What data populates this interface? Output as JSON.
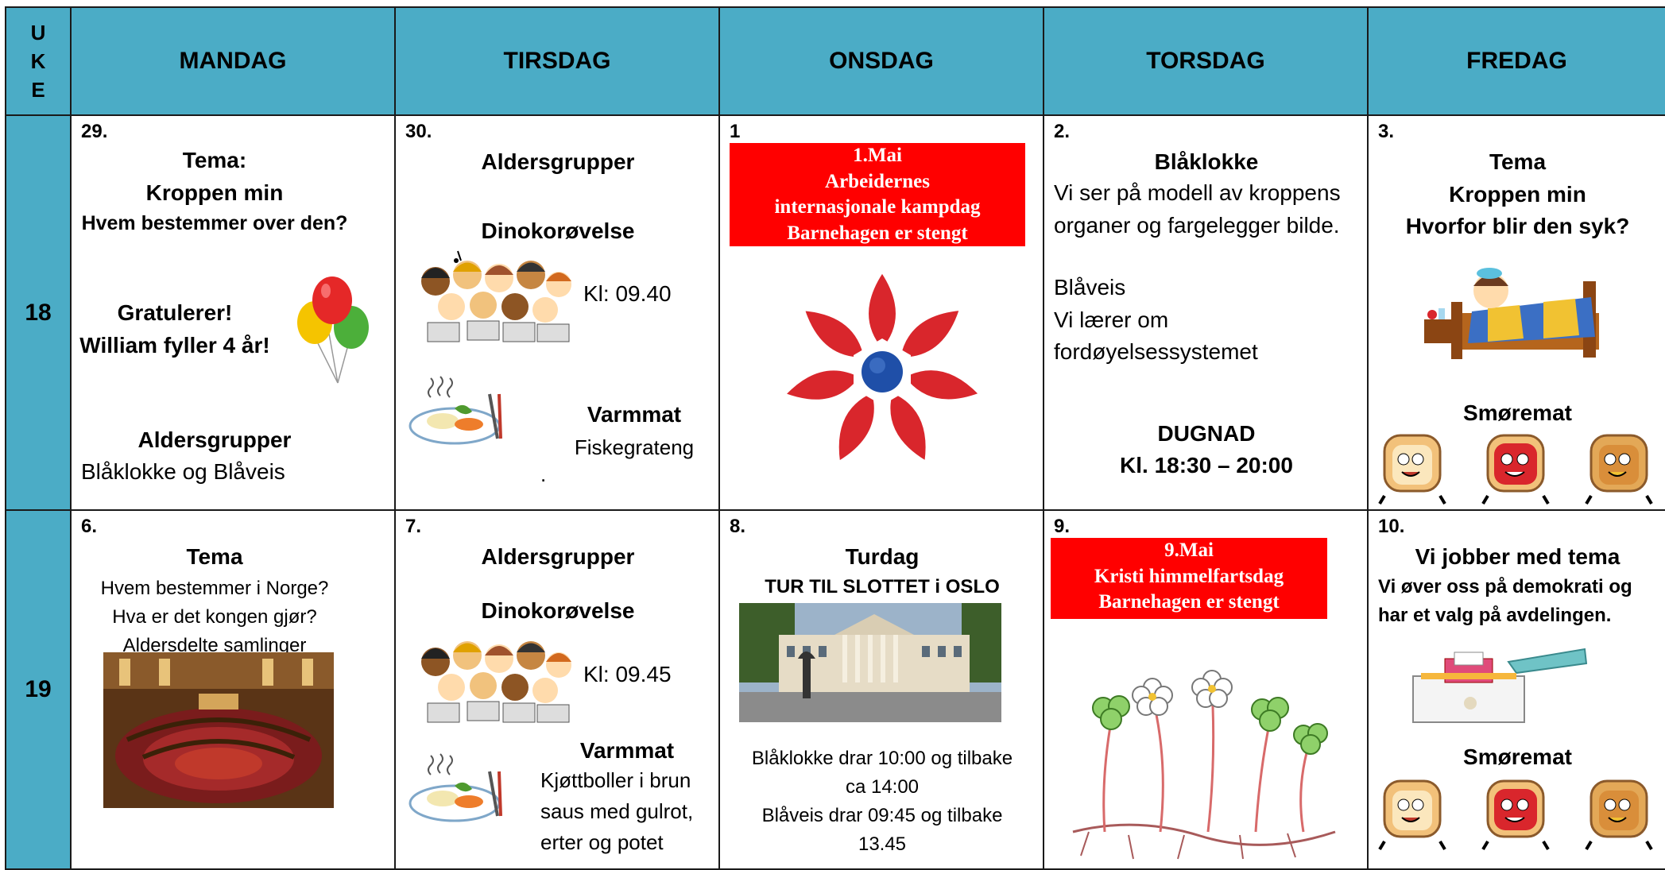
{
  "header": {
    "uke_letters": [
      "U",
      "K",
      "E"
    ],
    "days": [
      "MANDAG",
      "TIRSDAG",
      "ONSDAG",
      "TORSDAG",
      "FREDAG"
    ]
  },
  "week18": {
    "number": "18",
    "mandag": {
      "date": "29.",
      "tema_label": "Tema:",
      "tema_title": "Kroppen min",
      "tema_question": "Hvem bestemmer over den?",
      "congrats_line1": "Gratulerer!",
      "congrats_line2": "William fyller 4 år!",
      "group_title": "Aldersgrupper",
      "group_text": "Blåklokke og Blåveis"
    },
    "tirsdag": {
      "date": "30.",
      "title": "Aldersgrupper",
      "subtitle": "Dinokorøvelse",
      "time": "Kl:  09.40",
      "meal_title": "Varmmat",
      "meal_text": "Fiskegrateng",
      "dot": "."
    },
    "onsdag": {
      "date": "1",
      "holiday_lines": [
        "1.Mai",
        "Arbeidernes",
        "internasjonale kampdag",
        "Barnehagen  er stengt"
      ]
    },
    "torsdag": {
      "date": "2.",
      "title": "Blåklokke",
      "text_lines": [
        "Vi ser på modell av kroppens",
        "organer og fargelegger bilde."
      ],
      "text2_lines": [
        "Blåveis",
        "Vi lærer om",
        "fordøyelsessystemet"
      ],
      "dugnad_title": "DUGNAD",
      "dugnad_time": "Kl. 18:30 – 20:00"
    },
    "fredag": {
      "date": "3.",
      "tema_label": "Tema",
      "tema_title": "Kroppen min",
      "tema_question": "Hvorfor blir den syk?",
      "meal_title": "Smøremat"
    }
  },
  "week19": {
    "number": "19",
    "mandag": {
      "date": "6.",
      "tema_label": "Tema",
      "lines": [
        "Hvem bestemmer i Norge?",
        "Hva er det kongen gjør?",
        "Aldersdelte samlinger"
      ]
    },
    "tirsdag": {
      "date": "7.",
      "title": "Aldersgrupper",
      "subtitle": "Dinokorøvelse",
      "time": "Kl:  09.45",
      "meal_title": "Varmmat",
      "meal_lines": [
        "Kjøttboller i brun",
        "saus med gulrot,",
        "erter og potet"
      ]
    },
    "onsdag": {
      "date": "8.",
      "title": "Turdag",
      "subtitle": "TUR TIL SLOTTET i OSLO",
      "lines": [
        "Blåklokke drar 10:00 og tilbake",
        "ca 14:00",
        "Blåveis drar 09:45 og tilbake",
        "13.45"
      ]
    },
    "torsdag": {
      "date": "9.",
      "holiday_lines": [
        "9.Mai",
        "Kristi himmelfartsdag",
        "Barnehagen  er stengt"
      ]
    },
    "fredag": {
      "date": "10.",
      "title": "Vi jobber med tema",
      "lines": [
        "Vi øver oss på demokrati og",
        "har et valg på avdelingen."
      ],
      "meal_title": "Smøremat"
    }
  },
  "colors": {
    "header_bg": "#4bacc6",
    "holiday_bg": "#ff0000",
    "flag_red": "#d9262c",
    "flag_blue": "#1f4fa8"
  },
  "icons": [
    "balloons-icon",
    "choir-icon",
    "dinner-plate-icon",
    "paper-flower-icon",
    "sick-child-icon",
    "toast-characters-icon",
    "royal-palace-photo",
    "parliament-photo",
    "wood-sorrel-icon",
    "ballot-box-icon"
  ]
}
